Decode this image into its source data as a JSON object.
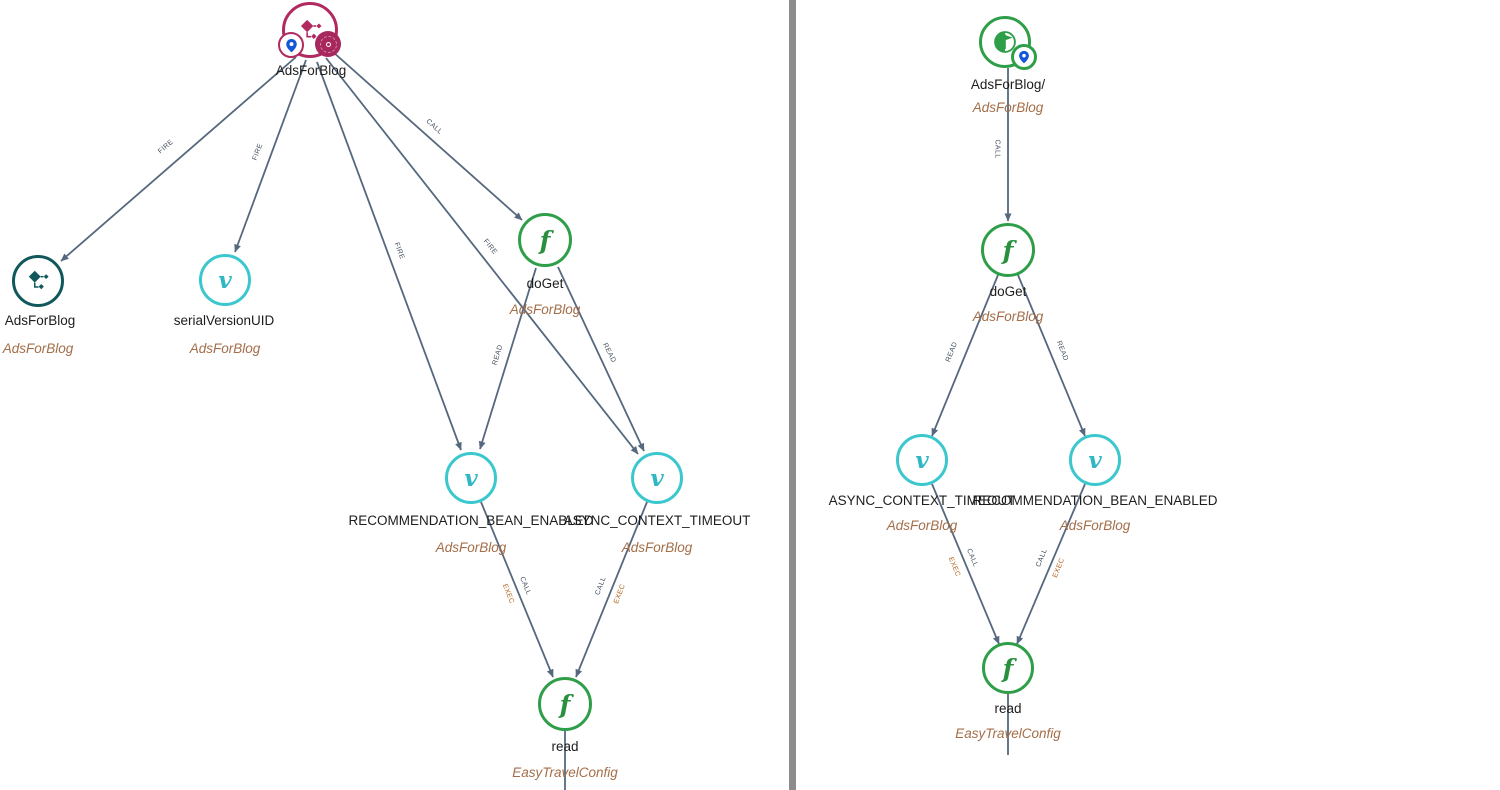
{
  "glyphs": {
    "variable": "v",
    "function": "f"
  },
  "colors": {
    "edge": "#56687e",
    "crimson": "#b02a60",
    "teal_dark": "#11585c",
    "cyan": "#3bc7ce",
    "green": "#2f9e49",
    "package_text": "#a46e49",
    "edge_label": "#44505e",
    "exec_label": "#b2641f",
    "pin_blue": "#1556d8",
    "divider": "#8c8c8c"
  },
  "left_panel": {
    "root": {
      "label": "AdsForBlog"
    },
    "nodes": {
      "class": {
        "label": "AdsForBlog",
        "package": "AdsForBlog"
      },
      "serial": {
        "label": "serialVersionUID",
        "package": "AdsForBlog"
      },
      "doget": {
        "label": "doGet",
        "package": "AdsForBlog"
      },
      "rec": {
        "label": "RECOMMENDATION_BEAN_ENABLED",
        "package": "AdsForBlog"
      },
      "async": {
        "label": "ASYNC_CONTEXT_TIMEOUT",
        "package": "AdsForBlog"
      },
      "read": {
        "label": "read",
        "package": "EasyTravelConfig"
      }
    },
    "edge_labels": {
      "fire1": "FIRE",
      "fire2": "FIRE",
      "fire3": "FIRE",
      "fire4": "FIRE",
      "call_doget": "CALL",
      "read1": "READ",
      "read2": "READ",
      "call_read_l": "CALL",
      "exec_read_l": "EXEC",
      "call_read_r": "CALL",
      "exec_read_r": "EXEC"
    }
  },
  "right_panel": {
    "root": {
      "label": "AdsForBlog/",
      "package": "AdsForBlog"
    },
    "nodes": {
      "doget": {
        "label": "doGet",
        "package": "AdsForBlog"
      },
      "async": {
        "label": "ASYNC_CONTEXT_TIMEOUT",
        "package": "AdsForBlog"
      },
      "rec": {
        "label": "RECOMMENDATION_BEAN_ENABLED",
        "package": "AdsForBlog"
      },
      "read": {
        "label": "read",
        "package": "EasyTravelConfig"
      }
    },
    "edge_labels": {
      "call_root": "CALL",
      "read_l": "READ",
      "read_r": "READ",
      "call_read_l": "CALL",
      "exec_read_l": "EXEC",
      "call_read_r": "CALL",
      "exec_read_r": "EXEC"
    }
  }
}
